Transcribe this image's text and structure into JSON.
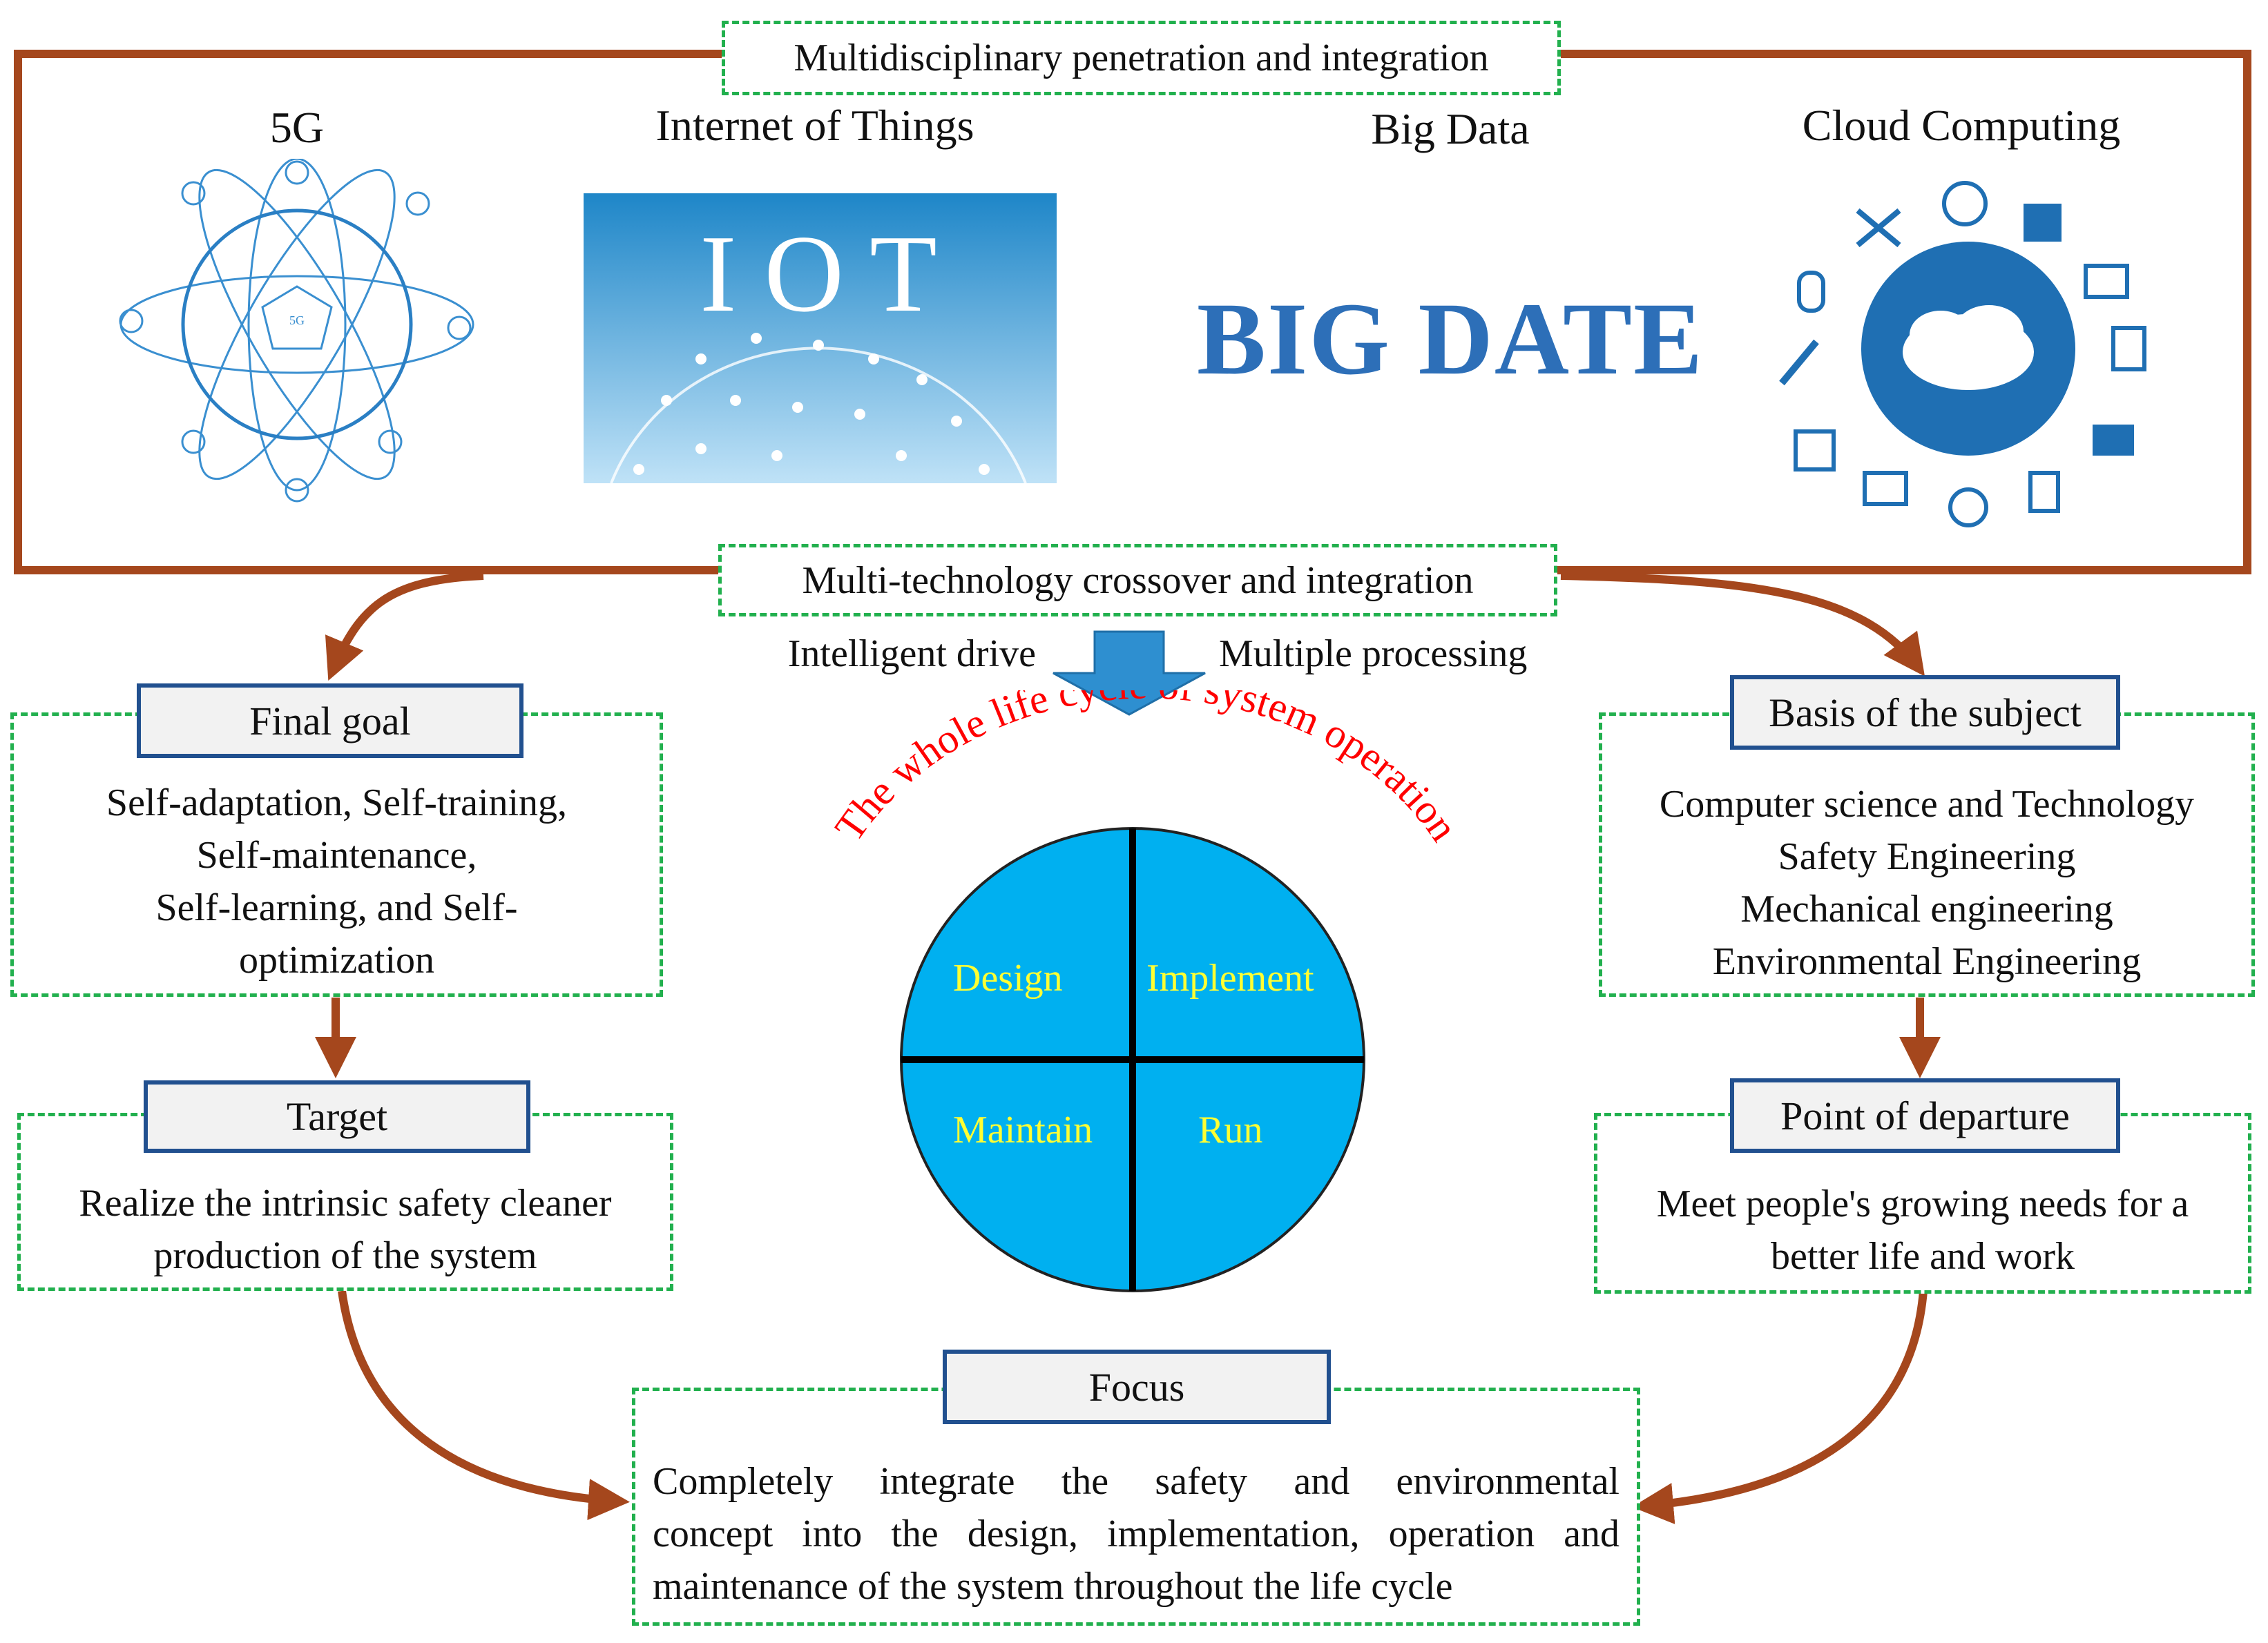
{
  "top_banner": "Multidisciplinary penetration and integration",
  "tech_items": [
    {
      "title": "5G",
      "image_text": "5G"
    },
    {
      "title": "Internet of Things",
      "image_text": "I O T"
    },
    {
      "title": "Big Data",
      "image_text": "BIG DATE"
    },
    {
      "title": "Cloud Computing",
      "image_text": ""
    }
  ],
  "crossover_banner": "Multi-technology crossover and integration",
  "arrow_left_label": "Intelligent drive",
  "arrow_right_label": "Multiple processing",
  "lifecycle": {
    "arc_title": "The whole life cycle of system operation",
    "quadrants": [
      "Design",
      "Implement",
      "Maintain",
      "Run"
    ]
  },
  "final_goal": {
    "label": "Final goal",
    "lines": [
      "Self-adaptation, Self-training,",
      "Self-maintenance,",
      "Self-learning, and Self-",
      "optimization"
    ]
  },
  "target": {
    "label": "Target",
    "lines": [
      "Realize the intrinsic safety  cleaner",
      "production of the system"
    ]
  },
  "basis": {
    "label": "Basis of the subject",
    "lines": [
      "Computer science and Technology",
      "Safety Engineering",
      "Mechanical engineering",
      "Environmental Engineering"
    ]
  },
  "departure": {
    "label": "Point of departure",
    "lines": [
      "Meet people's growing needs for a",
      "better life and work"
    ]
  },
  "focus": {
    "label": "Focus",
    "lines": [
      "Completely integrate the safety and environmental",
      "concept into the design, implementation, operation and",
      "maintenance of the system throughout the life cycle"
    ]
  },
  "colors": {
    "frame": "#a5471d",
    "dashed": "#22b04e",
    "label_border": "#21508f",
    "circle_fill": "#00b0f0",
    "quadrant_text": "#ffff33",
    "arc_title": "#ff0000",
    "arrow": "#2e8fd0"
  }
}
